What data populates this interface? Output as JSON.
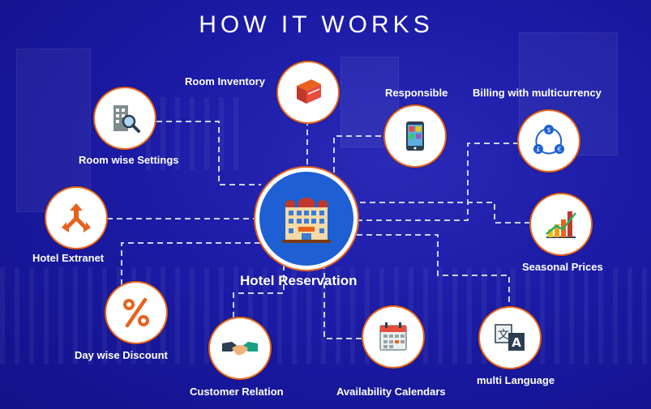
{
  "title": "HOW IT WORKS",
  "colors": {
    "background": "#1b1ba6",
    "accent": "#e8621c",
    "center_fill": "#1e5fd4",
    "connector": "#c9d4ff"
  },
  "center": {
    "label": "Hotel Reservation",
    "icon": "hotel-building-icon"
  },
  "features": [
    {
      "label": "Room Inventory",
      "icon": "book-icon"
    },
    {
      "label": "Responsible",
      "icon": "mobile-app-icon"
    },
    {
      "label": "Billing with multicurrency",
      "icon": "currency-exchange-icon"
    },
    {
      "label": "Room wise Settings",
      "icon": "building-search-icon"
    },
    {
      "label": "Hotel Extranet",
      "icon": "split-arrows-icon"
    },
    {
      "label": "Seasonal Prices",
      "icon": "bar-chart-icon"
    },
    {
      "label": "Day wise Discount",
      "icon": "percent-icon"
    },
    {
      "label": "Customer Relation",
      "icon": "handshake-icon"
    },
    {
      "label": "Availability Calendars",
      "icon": "calendar-icon"
    },
    {
      "label": "multi Language",
      "icon": "translate-icon"
    }
  ]
}
